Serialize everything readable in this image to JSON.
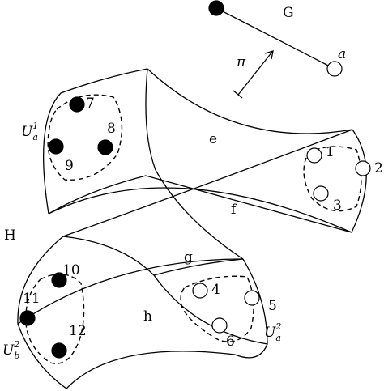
{
  "graph_label": "G",
  "graph_vertex_a": "a",
  "map_label": "π",
  "space_label": "H",
  "regions": {
    "e": "e",
    "f": "f",
    "g": "g",
    "h": "h"
  },
  "neighborhoods": {
    "ua1": {
      "base": "U",
      "sub": "a",
      "sup": "1"
    },
    "ua2": {
      "base": "U",
      "sub": "a",
      "sup": "2"
    },
    "ub2": {
      "base": "U",
      "sub": "b",
      "sup": "2"
    }
  },
  "points": {
    "p1": "1",
    "p2": "2",
    "p3": "3",
    "p4": "4",
    "p5": "5",
    "p6": "6",
    "p7": "7",
    "p8": "8",
    "p9": "9",
    "p10": "10",
    "p11": "11",
    "p12": "12"
  }
}
